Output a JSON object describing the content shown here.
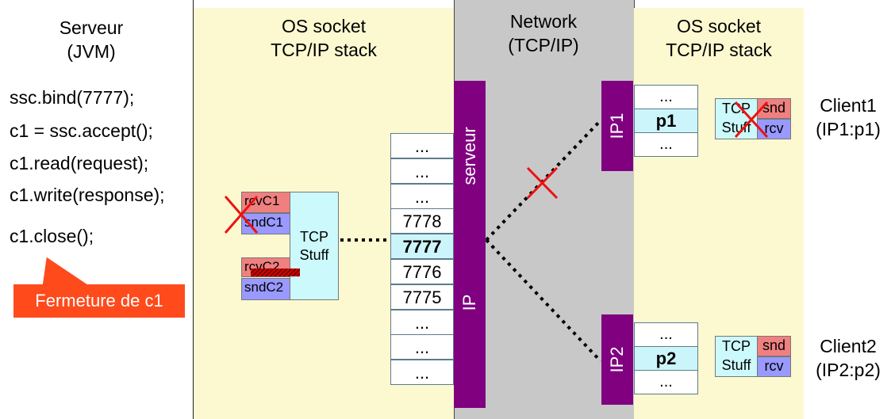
{
  "server": {
    "title": "Serveur",
    "subtitle": "(JVM)",
    "code": [
      "ssc.bind(7777);",
      "c1 = ssc.accept();",
      "c1.read(request);",
      "c1.write(response);",
      "c1.close();"
    ],
    "callout": "Fermeture de c1",
    "callout_color": "#ff4a1c"
  },
  "os_left": {
    "title": "OS socket",
    "subtitle": "TCP/IP stack",
    "tcp_stuff": [
      "TCP",
      "Stuff"
    ],
    "buffers": {
      "rcv1": "rcvC1",
      "snd1": "sndC1",
      "rcv2": "rcvC2",
      "snd2": "sndC2"
    },
    "ports": [
      "...",
      "...",
      "...",
      "7778",
      "7777",
      "7776",
      "7775",
      "...",
      "...",
      "..."
    ],
    "highlight_port": "7777"
  },
  "network": {
    "title": "Network",
    "subtitle": "(TCP/IP)",
    "server_label": "serveur",
    "ip_label": "IP"
  },
  "os_right": {
    "title": "OS socket",
    "subtitle": "TCP/IP stack",
    "ip1": "IP1",
    "ip2": "IP2",
    "client1_ports": [
      "...",
      "p1",
      "..."
    ],
    "client2_ports": [
      "...",
      "p2",
      "..."
    ],
    "client_tcp": [
      "TCP",
      "Stuff"
    ],
    "snd": "snd",
    "rcv": "rcv"
  },
  "clients": {
    "client1": "Client1",
    "client1_addr": "(IP1:p1)",
    "client2": "Client2",
    "client2_addr": "(IP2:p2)"
  },
  "colors": {
    "purple": "#800080",
    "cross": "#ee1111",
    "panel": "#fcf9d0",
    "network": "#c8c8c8"
  }
}
